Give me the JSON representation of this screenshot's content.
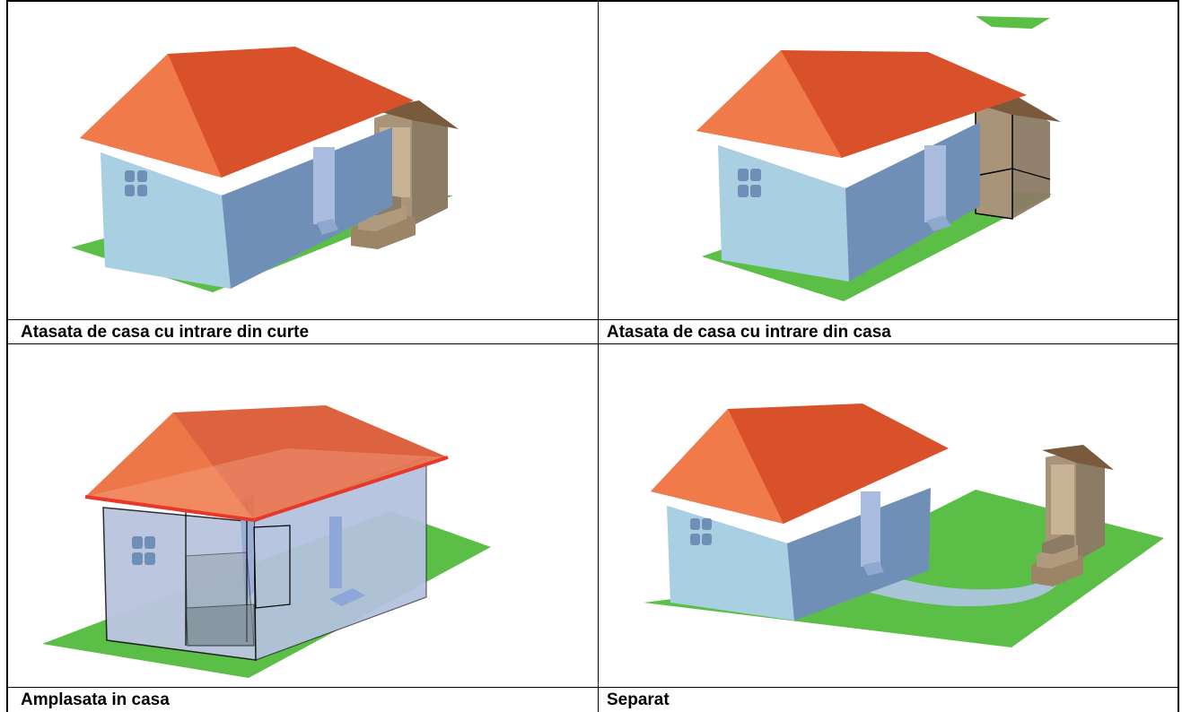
{
  "panels": [
    {
      "id": "attached-yard",
      "caption": "Atasata de casa cu intrare din curte"
    },
    {
      "id": "attached-house",
      "caption": "Atasata de casa cu intrare din casa"
    },
    {
      "id": "inside-house",
      "caption": "Amplasata in casa"
    },
    {
      "id": "separate",
      "caption": "Separat"
    }
  ],
  "colors": {
    "roof_light": "#F07A4A",
    "roof_dark": "#D9512B",
    "wall_front": "#A9CFE2",
    "wall_side": "#6F8FB7",
    "grass": "#5BBE46",
    "outhouse_front": "#C9B395",
    "outhouse_side": "#8C7B65",
    "outhouse_roof": "#7A5A3C",
    "path": "#A9C4D6",
    "outline_red": "#E8382A"
  }
}
